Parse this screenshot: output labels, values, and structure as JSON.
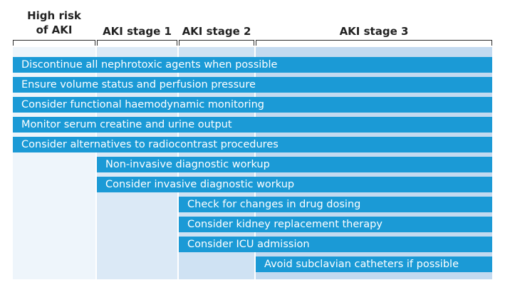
{
  "header": {
    "col1_line1": "High risk",
    "col1_line2": "of AKI",
    "col2": "AKI stage 1",
    "col3": "AKI stage 2",
    "col4": "AKI stage 3"
  },
  "colors": {
    "bar": "#1b9ad6",
    "col1_bg": "#eef5fb",
    "col2_bg": "#dbe9f6",
    "col3_bg": "#cfe2f3",
    "col4_bg": "#c3daf0"
  },
  "actions": [
    {
      "label": "Discontinue all nephrotoxic agents when possible",
      "from_stage": "High risk of AKI"
    },
    {
      "label": "Ensure volume status and perfusion pressure",
      "from_stage": "High risk of AKI"
    },
    {
      "label": "Consider functional haemodynamic monitoring",
      "from_stage": "High risk of AKI"
    },
    {
      "label": "Monitor serum creatine and urine output",
      "from_stage": "High risk of AKI"
    },
    {
      "label": "Consider alternatives to radiocontrast procedures",
      "from_stage": "High risk of AKI"
    },
    {
      "label": "Non-invasive diagnostic workup",
      "from_stage": "AKI stage 1"
    },
    {
      "label": "Consider invasive diagnostic workup",
      "from_stage": "AKI stage 1"
    },
    {
      "label": "Check for changes in drug dosing",
      "from_stage": "AKI stage 2"
    },
    {
      "label": "Consider kidney replacement therapy",
      "from_stage": "AKI stage 2"
    },
    {
      "label": "Consider ICU admission",
      "from_stage": "AKI stage 2"
    },
    {
      "label": "Avoid subclavian catheters if possible",
      "from_stage": "AKI stage 3"
    }
  ]
}
